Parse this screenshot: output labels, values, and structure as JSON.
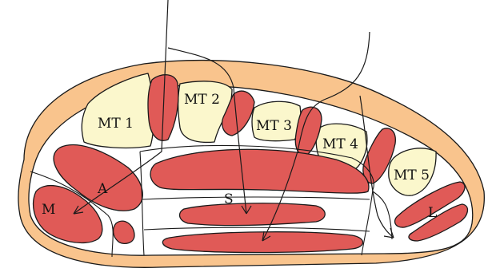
{
  "colors": {
    "skin": "#f9c48d",
    "muscle": "#e05a57",
    "bone": "#fbf7cc",
    "tissue": "#ffffff",
    "outline": "#1a1a1a"
  },
  "labels": {
    "mt1": "MT 1",
    "mt2": "MT 2",
    "mt3": "MT 3",
    "mt4": "MT 4",
    "mt5": "MT 5",
    "medial": "M",
    "adductor": "A",
    "superficial": "S",
    "lateral": "L"
  }
}
